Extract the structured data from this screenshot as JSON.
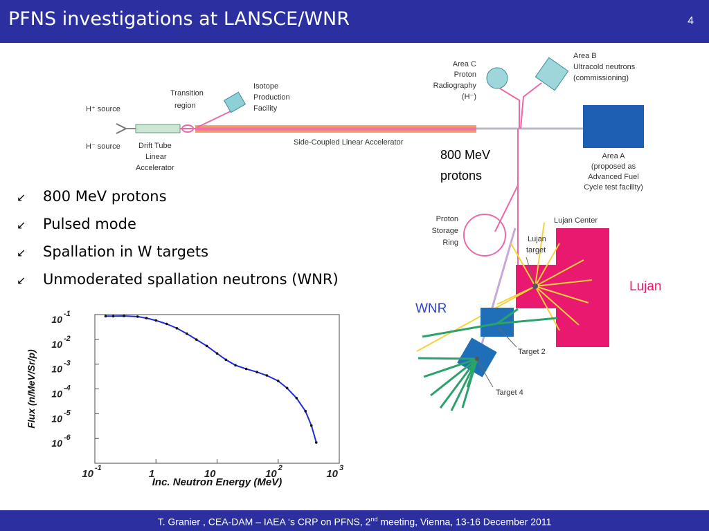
{
  "header": {
    "title": "PFNS investigations at LANSCE/WNR",
    "slide_number": "4"
  },
  "bullets": {
    "marker": "↙",
    "items": [
      "800 MeV protons",
      "Pulsed mode",
      "Spallation in W targets",
      "Unmoderated spallation neutrons (WNR)"
    ]
  },
  "facility_map": {
    "h_plus_source": "H⁺ source",
    "h_minus_source": "H⁻ source",
    "transition_region": [
      "Transition",
      "region"
    ],
    "isotope_facility": [
      "Isotope",
      "Production",
      "Facility"
    ],
    "drift_tube": [
      "Drift Tube",
      "Linear",
      "Accelerator"
    ],
    "side_coupled": "Side-Coupled Linear Accelerator",
    "area_c": [
      "Area C",
      "Proton",
      "Radiography",
      "(H⁻)"
    ],
    "area_b": [
      "Area B",
      "Ultracold neutrons",
      "(commissioning)"
    ],
    "area_a": [
      "Area A",
      "(proposed as",
      "Advanced Fuel",
      "Cycle test facility)"
    ],
    "beam_label": [
      "800 MeV",
      "protons"
    ],
    "psr": [
      "Proton",
      "Storage",
      "Ring"
    ],
    "lujan_center": "Lujan Center",
    "lujan_target": [
      "Lujan",
      "target"
    ],
    "lujan": "Lujan",
    "wnr": "WNR",
    "target2": "Target 2",
    "target4": "Target 4"
  },
  "footer": {
    "text_a": "T. Granier ,  CEA-DAM – IAEA ‘s CRP on PFNS, 2",
    "sup": "nd",
    "text_b": " meeting,  Vienna, 13-16 December 2011"
  },
  "colors": {
    "header_bg": "#2b2fa0",
    "curve": "#1f2bd6",
    "lujan_magenta": "#e8196e",
    "wnr_blue": "#2f3fd0",
    "area_a_blue": "#1e5fb4"
  },
  "chart_data": {
    "type": "line",
    "title": "",
    "xlabel": "Inc. Neutron Energy (MeV)",
    "ylabel": "Flux (n/MeV/Sr/p)",
    "x_scale": "log",
    "y_scale": "log",
    "xlim": [
      0.1,
      1000
    ],
    "ylim": [
      1e-07,
      0.1
    ],
    "x_ticks": [
      {
        "value": 0.1,
        "base": "10",
        "exp": "-1"
      },
      {
        "value": 1,
        "base": "1",
        "exp": ""
      },
      {
        "value": 10,
        "base": "10",
        "exp": ""
      },
      {
        "value": 100,
        "base": "10",
        "exp": "2"
      },
      {
        "value": 1000,
        "base": "10",
        "exp": "3"
      }
    ],
    "y_ticks": [
      {
        "value": 0.1,
        "base": "10",
        "exp": "-1"
      },
      {
        "value": 0.01,
        "base": "10",
        "exp": "-2"
      },
      {
        "value": 0.001,
        "base": "10",
        "exp": "-3"
      },
      {
        "value": 0.0001,
        "base": "10",
        "exp": "-4"
      },
      {
        "value": 1e-05,
        "base": "10",
        "exp": "-5"
      },
      {
        "value": 1e-06,
        "base": "10",
        "exp": "-6"
      }
    ],
    "series": [
      {
        "x": [
          0.15,
          0.2,
          0.3,
          0.5,
          0.7,
          1.0,
          1.5,
          2.2,
          3.2,
          4.6,
          6.8,
          10,
          14,
          20,
          30,
          45,
          65,
          100,
          140,
          200,
          280,
          350,
          420
        ],
        "y": [
          0.086,
          0.086,
          0.088,
          0.083,
          0.072,
          0.058,
          0.042,
          0.028,
          0.017,
          0.0098,
          0.0054,
          0.0027,
          0.0015,
          0.0009,
          0.00064,
          0.00048,
          0.00035,
          0.00021,
          0.000108,
          4.26e-05,
          1.26e-05,
          3.3e-06,
          6.9e-07
        ]
      }
    ]
  }
}
